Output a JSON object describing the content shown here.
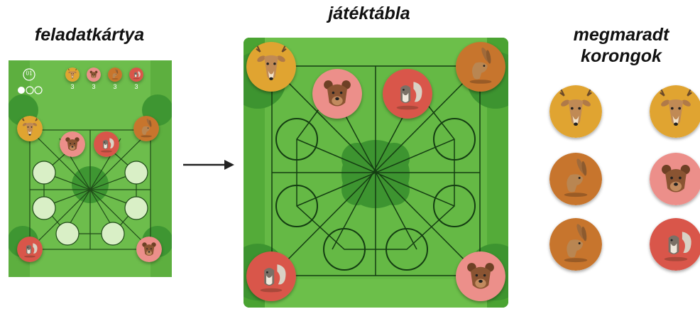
{
  "labels": {
    "card": "feladatkártya",
    "board": "játéktábla",
    "remaining": "megmaradt korongok"
  },
  "card": {
    "number": "01",
    "difficulty_filled": 1,
    "difficulty_total": 3,
    "supply": [
      {
        "animal": "deer",
        "count": "3"
      },
      {
        "animal": "bear",
        "count": "3"
      },
      {
        "animal": "hare",
        "count": "3"
      },
      {
        "animal": "squirrel",
        "count": "3"
      }
    ]
  },
  "board_tokens": [
    "deer",
    "bear",
    "squirrel",
    "hare",
    "squirrel",
    "bear"
  ],
  "remaining_tokens": [
    "deer",
    "deer",
    "hare",
    "bear",
    "hare",
    "squirrel"
  ],
  "colors": {
    "deer": "#e0a431",
    "bear": "#ec8f8a",
    "hare": "#c7752d",
    "squirrel": "#d9564a",
    "board_green": "#55aa38",
    "light_green": "#7ec85c",
    "dark_green": "#2f8a2e",
    "empty_spot": "#d9efc6"
  },
  "icons": {
    "deer": "deer-icon",
    "bear": "bear-icon",
    "hare": "hare-icon",
    "squirrel": "squirrel-icon",
    "arrow": "arrow-right-icon"
  }
}
